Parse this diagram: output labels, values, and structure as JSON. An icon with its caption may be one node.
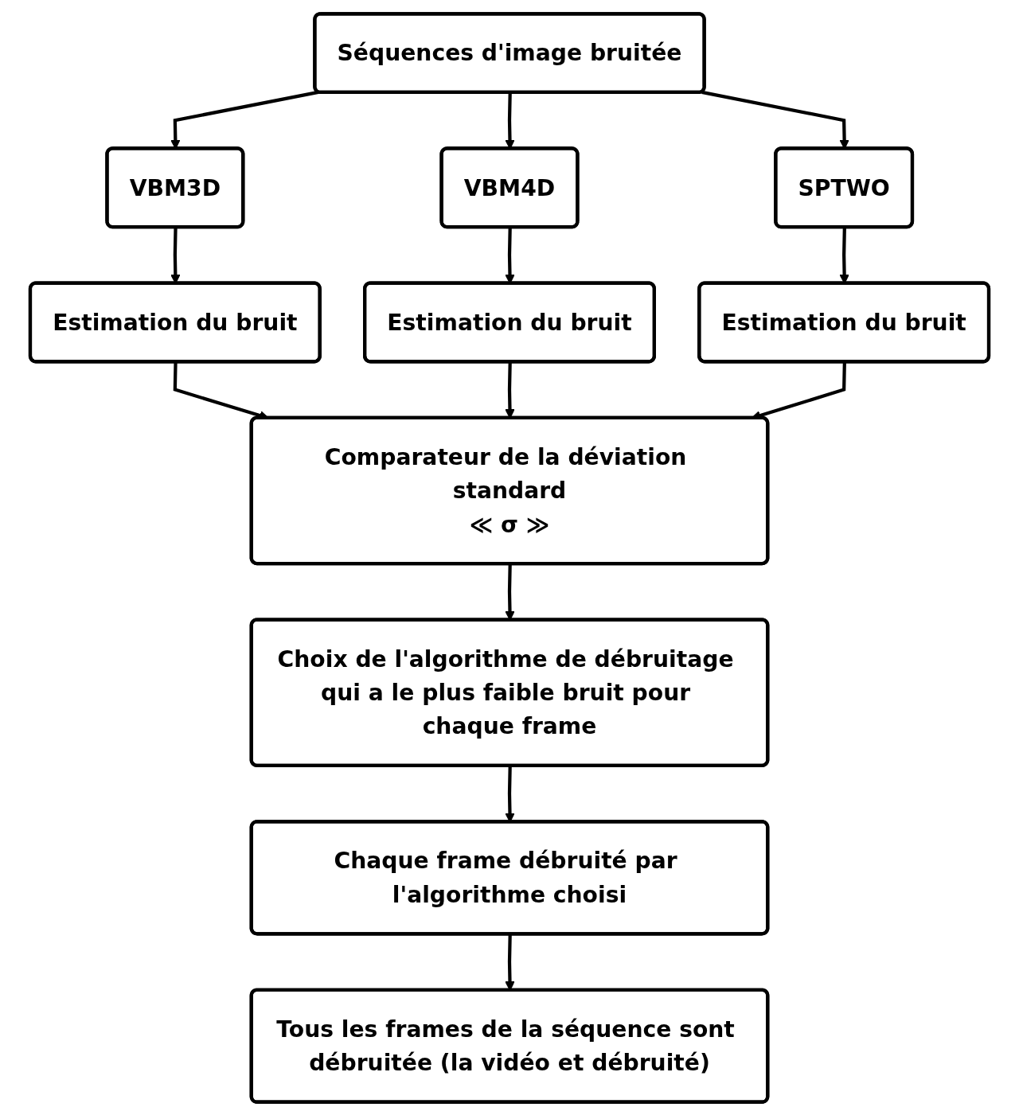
{
  "diagram": {
    "nodes": [
      {
        "text": [
          "Séquences d'image bruitée"
        ]
      },
      {
        "text": [
          "VBM3D"
        ]
      },
      {
        "text": [
          "VBM4D"
        ]
      },
      {
        "text": [
          "SPTWO"
        ]
      },
      {
        "text": [
          "Estimation du bruit"
        ]
      },
      {
        "text": [
          "Estimation du bruit"
        ]
      },
      {
        "text": [
          "Estimation du bruit"
        ]
      },
      {
        "text": [
          "Comparateur de la déviation standard",
          "≪ σ ≫"
        ]
      },
      {
        "text": [
          "Choix de l'algorithme de débruitage qui a le plus faible bruit pour chaque frame"
        ]
      },
      {
        "text": [
          "Chaque frame débruité par l'algorithme choisi"
        ]
      },
      {
        "text": [
          "Tous les frames de la séquence sont débruitée (la vidéo et débruité)"
        ]
      }
    ],
    "edges": [
      {
        "from": 0,
        "to": 1,
        "arrow": "to"
      },
      {
        "from": 0,
        "to": 2,
        "arrow": "to"
      },
      {
        "from": 0,
        "to": 3,
        "arrow": "to"
      },
      {
        "from": 1,
        "to": 4,
        "arrow": "to"
      },
      {
        "from": 2,
        "to": 5,
        "arrow": "to"
      },
      {
        "from": 3,
        "to": 6,
        "arrow": "to"
      },
      {
        "from": 4,
        "to": 7,
        "arrow": "to"
      },
      {
        "from": 5,
        "to": 7,
        "arrow": "to"
      },
      {
        "from": 6,
        "to": 7,
        "arrow": "to"
      },
      {
        "from": 7,
        "to": 8,
        "arrow": "to"
      },
      {
        "from": 8,
        "to": 9,
        "arrow": "to"
      },
      {
        "from": 9,
        "to": 10,
        "arrow": "to"
      }
    ]
  }
}
